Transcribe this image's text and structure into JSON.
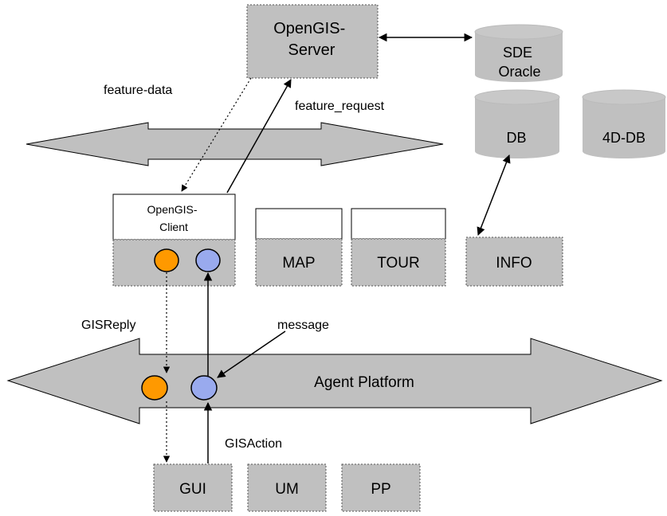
{
  "diagram": {
    "nodes": {
      "opengis_server": "OpenGIS-\nServer",
      "sde_oracle": "SDE\nOracle",
      "db": "DB",
      "db4d": "4D-DB",
      "opengis_client": "OpenGIS-\nClient",
      "map": "MAP",
      "tour": "TOUR",
      "info": "INFO",
      "agent_platform": "Agent Platform",
      "gui": "GUI",
      "um": "UM",
      "pp": "PP"
    },
    "edges": {
      "feature_data": "feature-data",
      "feature_request": "feature_request",
      "gis_reply": "GISReply",
      "message": "message",
      "gis_action": "GISAction"
    },
    "colors": {
      "box_fill": "#c0c0c0",
      "orange_token": "#ff9900",
      "blue_token": "#99aaee"
    }
  }
}
